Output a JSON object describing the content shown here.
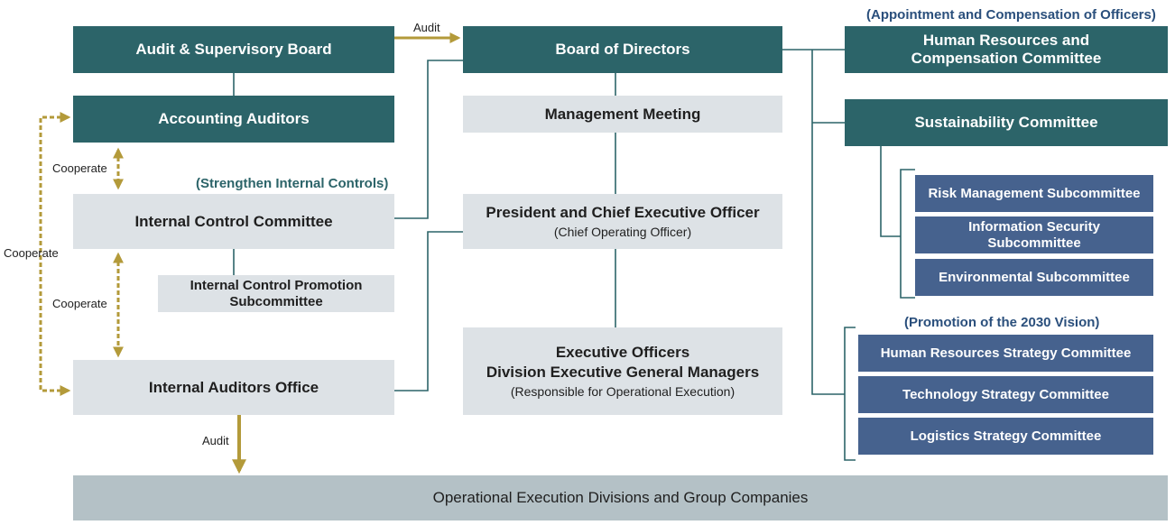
{
  "boxes": {
    "audit_supervisory_board": "Audit & Supervisory Board",
    "accounting_auditors": "Accounting Auditors",
    "internal_control_committee": "Internal Control Committee",
    "internal_control_promotion": "Internal Control Promotion Subcommittee",
    "internal_auditors_office": "Internal Auditors Office",
    "board_of_directors": "Board of Directors",
    "management_meeting": "Management Meeting",
    "president_ceo": "President and Chief Executive Officer",
    "president_ceo_sub": "(Chief Operating Officer)",
    "executive_officers_line1": "Executive Officers",
    "executive_officers_line2": "Division Executive General Managers",
    "executive_officers_sub": "(Responsible for Operational Execution)",
    "hr_compensation_committee": "Human Resources and Compensation Committee",
    "sustainability_committee": "Sustainability Committee",
    "risk_management_subcommittee": "Risk Management Subcommittee",
    "information_security_subcommittee": "Information Security Subcommittee",
    "environmental_subcommittee": "Environmental Subcommittee",
    "hr_strategy_committee": "Human Resources Strategy Committee",
    "technology_strategy_committee": "Technology Strategy Committee",
    "logistics_strategy_committee": "Logistics Strategy Committee",
    "operational_divisions": "Operational Execution Divisions and Group Companies"
  },
  "labels": {
    "audit_top": "Audit",
    "audit_bottom": "Audit",
    "cooperate_upper": "Cooperate",
    "cooperate_middle": "Cooperate",
    "cooperate_outer": "Cooperate"
  },
  "notes": {
    "appointment": "(Appointment and Compensation of Officers)",
    "strengthen": "(Strengthen Internal Controls)",
    "vision": "(Promotion of the 2030 Vision)"
  },
  "colors": {
    "teal": "#2c6469",
    "light_grey": "#dde2e6",
    "navy": "#46628e",
    "bottom_grey": "#b4c1c6",
    "gold_arrow": "#b39a3a"
  }
}
